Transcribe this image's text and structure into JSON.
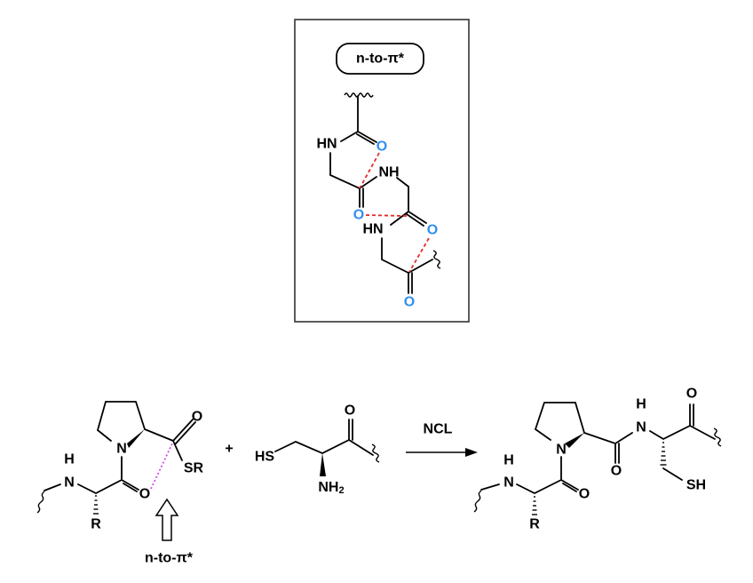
{
  "box": {
    "title": "n-to-π*",
    "labels": {
      "hn1": "HN",
      "o1": "O",
      "nh2": "NH",
      "o2": "O",
      "hn3": "HN",
      "o3": "O",
      "o4": "O"
    }
  },
  "reactant1": {
    "h": "H",
    "n": "N",
    "r": "R",
    "o_amide": "O",
    "n_ring": "N",
    "o_thio": "O",
    "sr": "SR"
  },
  "annotation": {
    "arrow_label": "n-to-π*"
  },
  "plus": "+",
  "reactant2": {
    "hs": "HS",
    "nh2_main": "NH",
    "nh2_sub": "2",
    "o": "O"
  },
  "reaction": {
    "label": "NCL"
  },
  "product": {
    "h": "H",
    "n": "N",
    "r": "R",
    "o_amide": "O",
    "n_ring": "N",
    "o_pro": "O",
    "nh_h": "H",
    "nh_n": "N",
    "o_cys": "O",
    "sh": "SH"
  },
  "colors": {
    "carbonyl_oxygen": "#2f8ef0",
    "interaction": "#e42a2a",
    "n_to_pi": "#d04de0"
  }
}
